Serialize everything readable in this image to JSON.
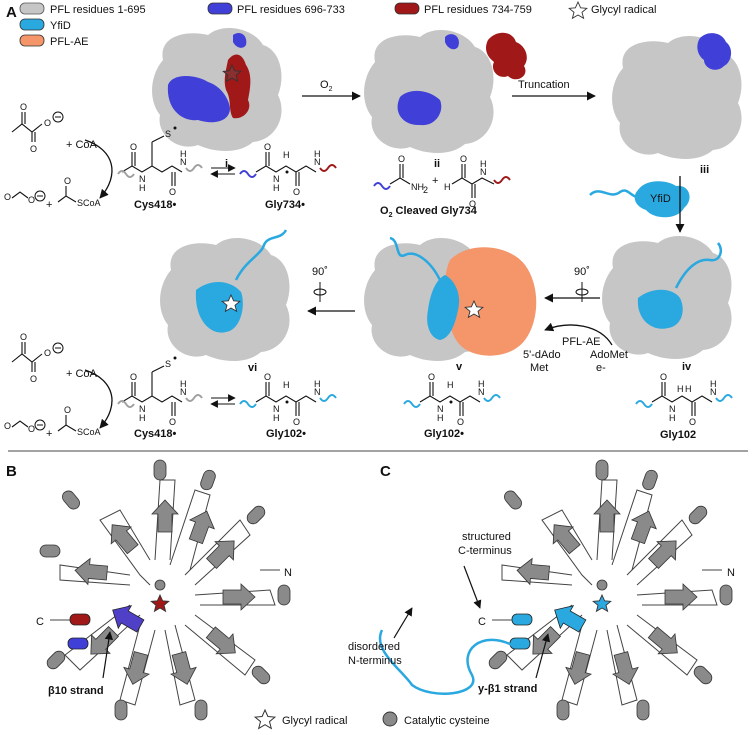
{
  "colors": {
    "pfl_main": "#c6c6c6",
    "pfl_696_733": "#4040d8",
    "pfl_734_759": "#a01818",
    "yfid": "#2aa8e0",
    "pfl_ae": "#f4956a",
    "cys_gray": "#a0a0a0",
    "gly_red": "#a01818",
    "gly_blue": "#2aa8e0",
    "strand_purple": "#5040c8",
    "dark": "#111111"
  },
  "panels": {
    "a": "A",
    "b": "B",
    "c": "C"
  },
  "legend": {
    "pfl_1_695": "PFL residues 1-695",
    "pfl_696_733": "PFL residues 696-733",
    "pfl_734_759": "PFL residues 734-759",
    "glycyl_radical": "Glycyl radical",
    "yfid": "YfiD",
    "pfl_ae": "PFL-AE"
  },
  "states": {
    "i": "i",
    "ii": "ii",
    "iii": "iii",
    "iv": "iv",
    "v": "v",
    "vi": "vi"
  },
  "arrows": {
    "o2": "O",
    "o2_sub": "2",
    "truncation": "Truncation",
    "yfid_label": "YfiD",
    "rot1": "90˚",
    "rot2": "90˚",
    "pfl_ae": "PFL-AE",
    "dado": "5'-dAdo",
    "met": "Met",
    "adomet": "AdoMet",
    "eminus": "e-"
  },
  "chemistry": {
    "coa_top": "+ CoA",
    "coa_bottom": "+ CoA",
    "scoa_top": "SCoA",
    "scoa_bottom": "SCoA",
    "cys418_top": "Cys418•",
    "gly734": "Gly734•",
    "o2_cleaved_prefix": "O",
    "o2_cleaved_sub": "2",
    "o2_cleaved_rest": " Cleaved Gly734",
    "cys418_bottom": "Cys418•",
    "gly102_radical_vi": "Gly102•",
    "gly102_radical_v": "Gly102•",
    "gly102": "Gly102"
  },
  "topology_b": {
    "c_label": "C",
    "n_label": "N",
    "strand_label": "β10 strand"
  },
  "topology_c": {
    "c_label": "C",
    "n_label": "N",
    "structured": "structured",
    "structured2": "C-terminus",
    "disordered": "disordered",
    "disordered2": "N-terminus",
    "strand_label": "y-β1 strand"
  },
  "bottom_legend": {
    "glycyl": "Glycyl radical",
    "cysteine": "Catalytic cysteine"
  }
}
